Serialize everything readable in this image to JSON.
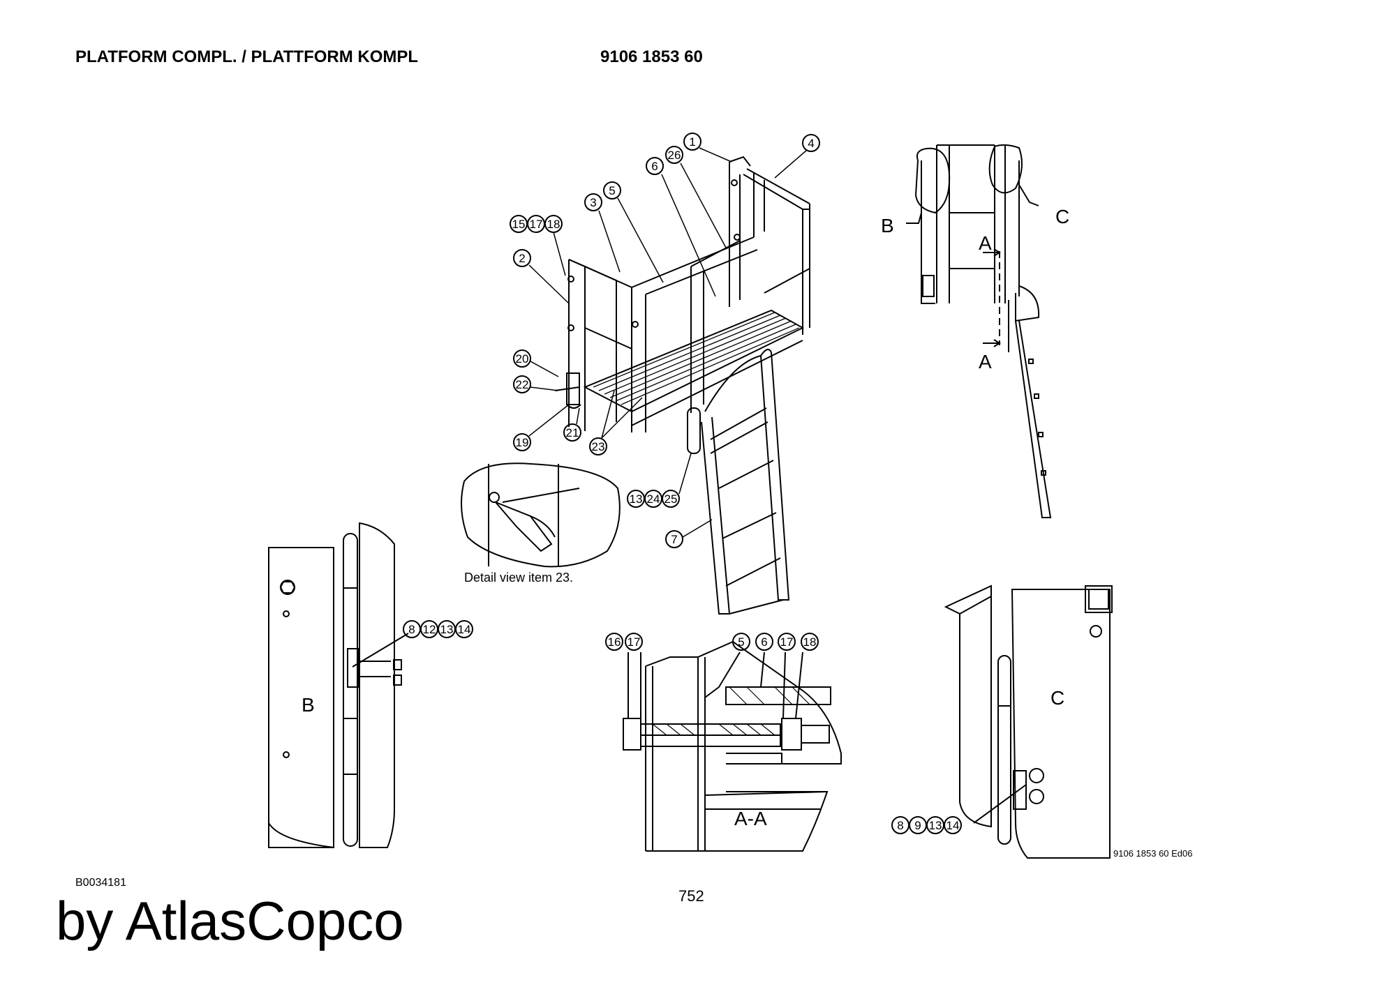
{
  "header": {
    "title": "PLATFORM COMPL. / PLATTFORM KOMPL",
    "part_number": "9106 1853 60"
  },
  "footer": {
    "doc_id": "B0034181",
    "page_number": "752",
    "brand": "by AtlasCopco",
    "edition": "9106 1853 60 Ed06"
  },
  "detail_caption": "Detail view item 23.",
  "view_labels": {
    "b_callout": "B",
    "c_callout": "C",
    "a_top": "A",
    "a_bottom": "A",
    "detail_b": "B",
    "detail_c": "C",
    "section_aa": "A-A"
  },
  "callouts": [
    {
      "id": "c1",
      "text": "1"
    },
    {
      "id": "c26",
      "text": "26"
    },
    {
      "id": "c4",
      "text": "4"
    },
    {
      "id": "c6",
      "text": "6"
    },
    {
      "id": "c3",
      "text": "3"
    },
    {
      "id": "c5",
      "text": "5"
    },
    {
      "id": "c15",
      "text": "15"
    },
    {
      "id": "c17",
      "text": "17"
    },
    {
      "id": "c18",
      "text": "18"
    },
    {
      "id": "c2",
      "text": "2"
    },
    {
      "id": "c20",
      "text": "20"
    },
    {
      "id": "c22",
      "text": "22"
    },
    {
      "id": "c19",
      "text": "19"
    },
    {
      "id": "c21",
      "text": "21"
    },
    {
      "id": "c23",
      "text": "23"
    },
    {
      "id": "c13",
      "text": "13"
    },
    {
      "id": "c24",
      "text": "24"
    },
    {
      "id": "c25",
      "text": "25"
    },
    {
      "id": "c7",
      "text": "7"
    },
    {
      "id": "b8",
      "text": "8"
    },
    {
      "id": "b12",
      "text": "12"
    },
    {
      "id": "b13",
      "text": "13"
    },
    {
      "id": "b14",
      "text": "14"
    },
    {
      "id": "s16",
      "text": "16"
    },
    {
      "id": "s17a",
      "text": "17"
    },
    {
      "id": "s5",
      "text": "5"
    },
    {
      "id": "s6",
      "text": "6"
    },
    {
      "id": "s17b",
      "text": "17"
    },
    {
      "id": "s18",
      "text": "18"
    },
    {
      "id": "k8",
      "text": "8"
    },
    {
      "id": "k9",
      "text": "9"
    },
    {
      "id": "k13",
      "text": "13"
    },
    {
      "id": "k14",
      "text": "14"
    }
  ]
}
